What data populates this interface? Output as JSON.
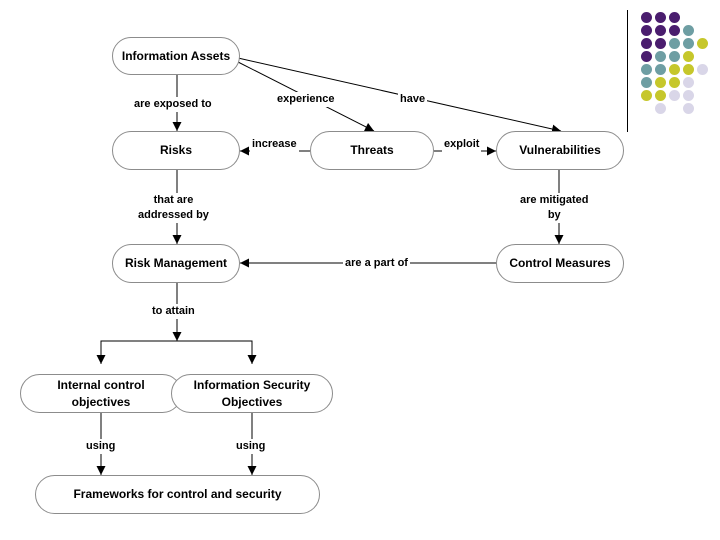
{
  "diagram": {
    "nodes": {
      "information_assets": "Information Assets",
      "risks": "Risks",
      "threats": "Threats",
      "vulnerabilities": "Vulnerabilities",
      "risk_management": "Risk Management",
      "control_measures": "Control Measures",
      "internal_control": "Internal control\nobjectives",
      "info_security": "Information Security\nObjectives",
      "frameworks": "Frameworks for control and security"
    },
    "edge_labels": {
      "are_exposed_to": "are exposed to",
      "experience": "experience",
      "have": "have",
      "increase": "increase",
      "exploit": "exploit",
      "that_are_addressed_by": "that are\naddressed by",
      "are_mitigated_by": "are mitigated\nby",
      "are_a_part_of": "are a part of",
      "to_attain": "to attain",
      "using_left": "using",
      "using_right": "using"
    }
  },
  "colors": {
    "node_border": "#8c8c8c",
    "line": "#000000",
    "dot_purple": "#4a1d6e",
    "dot_teal": "#6e9ea3",
    "dot_yellow": "#c6c72b",
    "dot_lavender": "#d9d6e8"
  }
}
